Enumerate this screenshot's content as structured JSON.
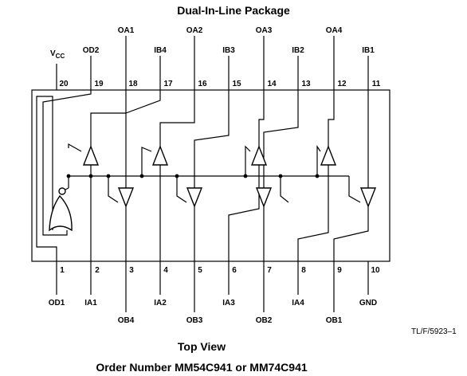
{
  "title": "Dual-In-Line Package",
  "top_view": "Top View",
  "order": "Order Number MM54C941 or MM74C941",
  "ref": "TL/F/5923–1",
  "vcc": {
    "main": "V",
    "sub": "CC"
  },
  "top_pins": [
    {
      "num": "20",
      "label": ""
    },
    {
      "num": "19",
      "label": "OD2"
    },
    {
      "num": "18",
      "label": "OA1"
    },
    {
      "num": "17",
      "label": "IB4"
    },
    {
      "num": "16",
      "label": "OA2"
    },
    {
      "num": "15",
      "label": "IB3"
    },
    {
      "num": "14",
      "label": "OA3"
    },
    {
      "num": "13",
      "label": "IB2"
    },
    {
      "num": "12",
      "label": "OA4"
    },
    {
      "num": "11",
      "label": "IB1"
    }
  ],
  "bottom_pins": [
    {
      "num": "1",
      "label": "OD1"
    },
    {
      "num": "2",
      "label": "IA1"
    },
    {
      "num": "3",
      "label": "OB4"
    },
    {
      "num": "4",
      "label": "IA2"
    },
    {
      "num": "5",
      "label": "OB3"
    },
    {
      "num": "6",
      "label": "IA3"
    },
    {
      "num": "7",
      "label": "OB2"
    },
    {
      "num": "8",
      "label": "IA4"
    },
    {
      "num": "9",
      "label": "OB1"
    },
    {
      "num": "10",
      "label": "GND"
    }
  ]
}
